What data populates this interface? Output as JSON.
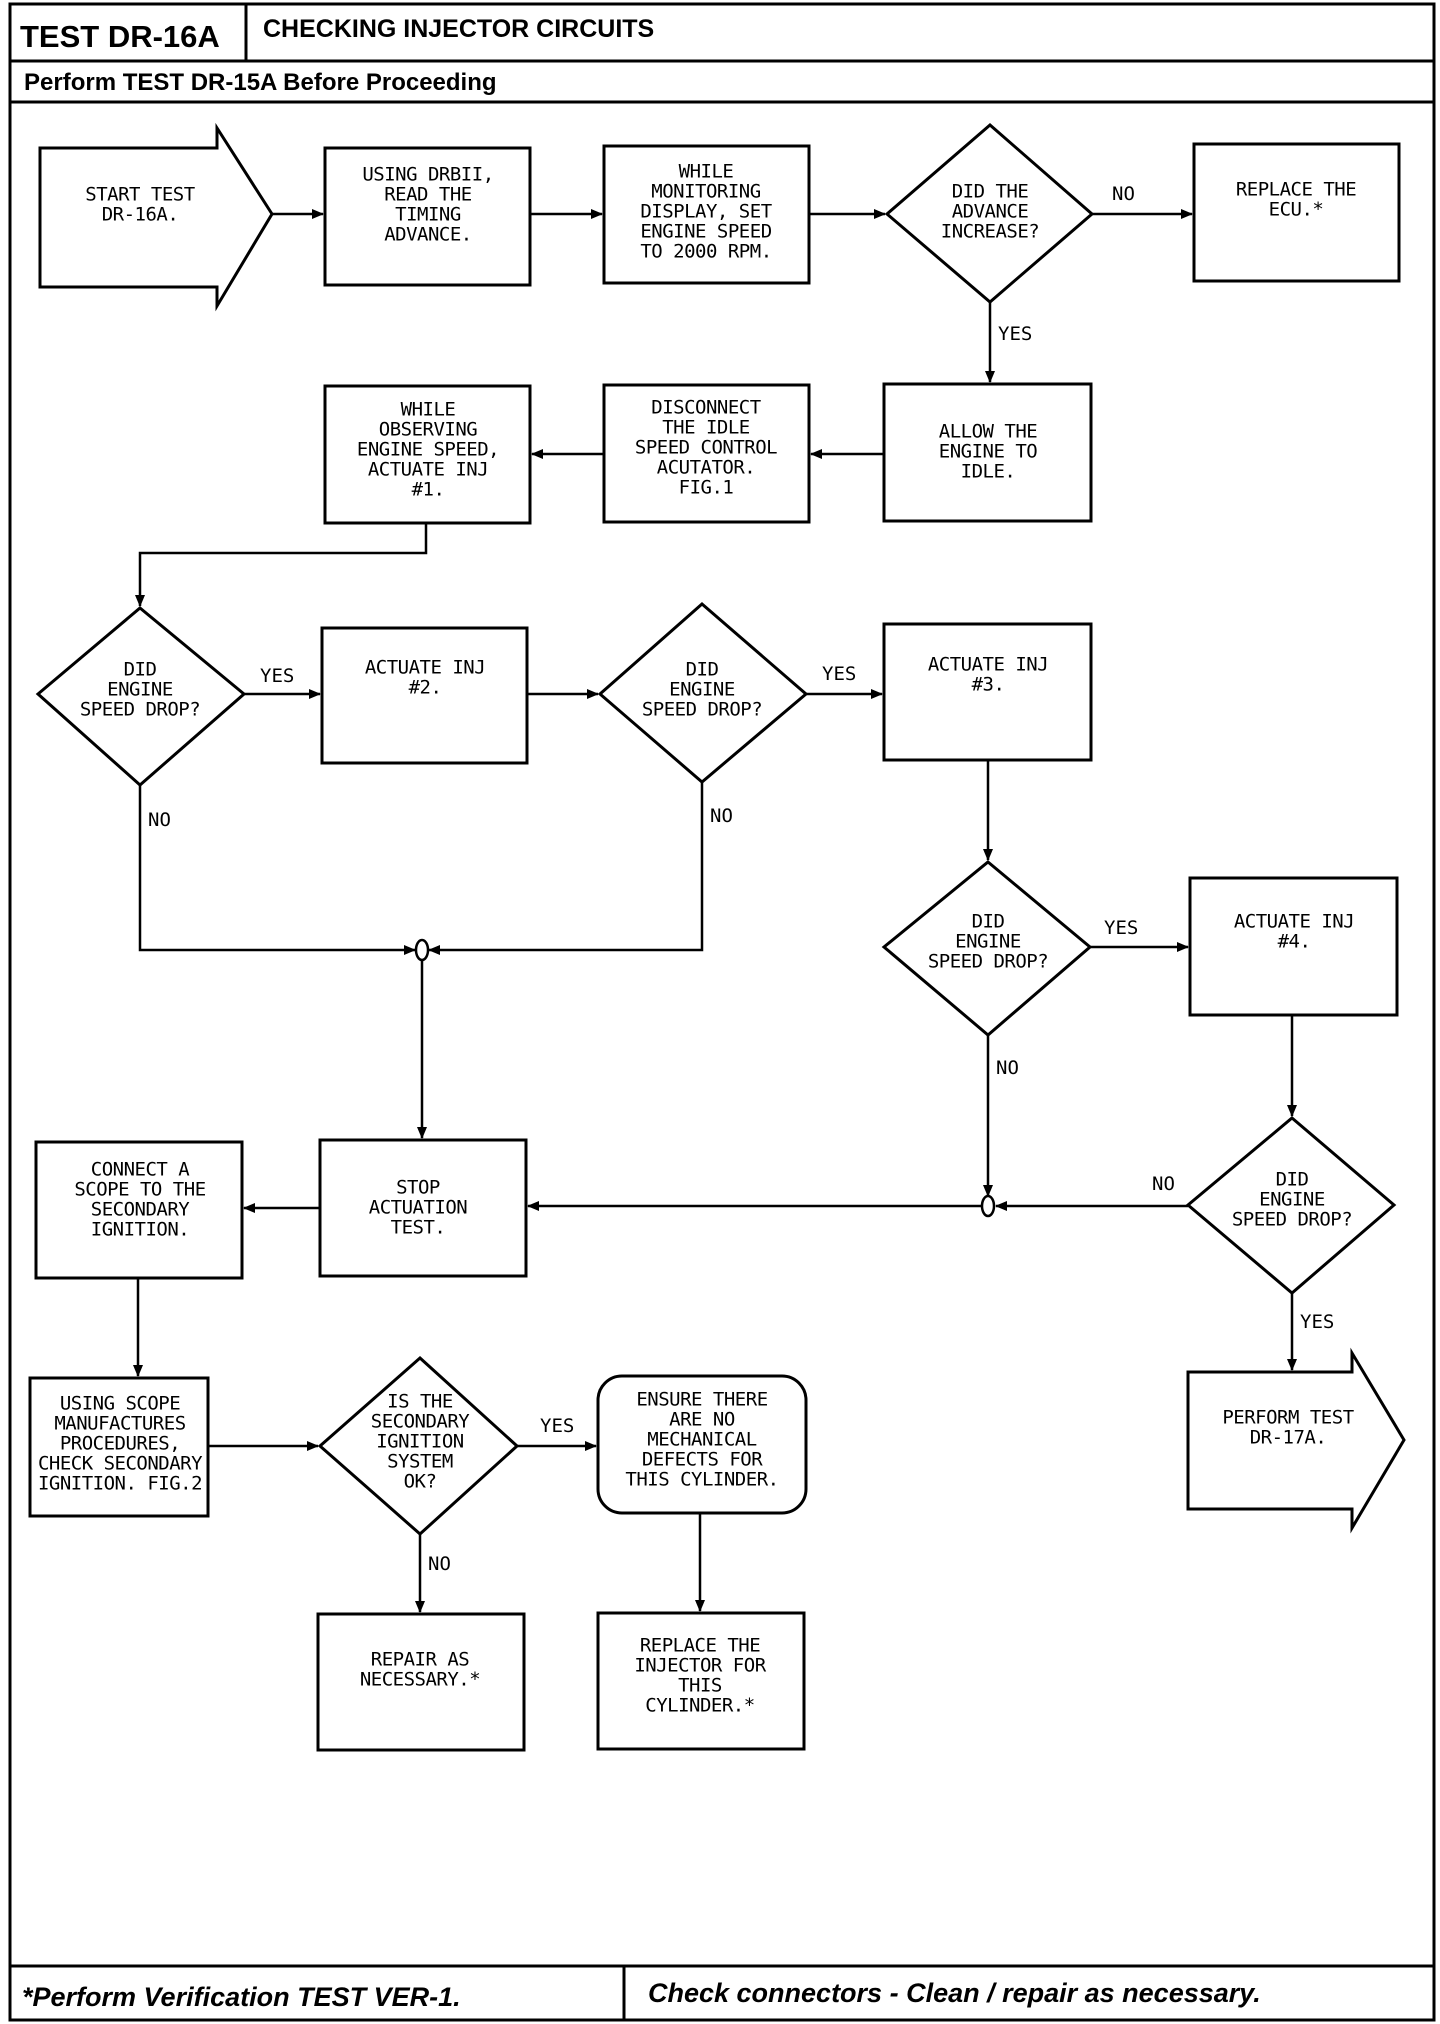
{
  "header": {
    "test_id": "TEST DR-16A",
    "title": "CHECKING INJECTOR CIRCUITS",
    "prerequisite": "Perform TEST DR-15A Before Proceeding"
  },
  "footer": {
    "left_note": "*Perform Verification TEST VER-1.",
    "right_note": "Check connectors - Clean / repair as necessary."
  },
  "labels": {
    "yes": "YES",
    "no": "NO"
  },
  "nodes": {
    "start": [
      "START TEST",
      "DR-16A."
    ],
    "read_timing": [
      "USING DRBII,",
      "READ THE",
      "TIMING",
      "ADVANCE."
    ],
    "set_speed": [
      "WHILE",
      "MONITORING",
      "DISPLAY, SET",
      "ENGINE SPEED",
      "TO 2000 RPM."
    ],
    "advance_q": [
      "DID THE",
      "ADVANCE",
      "INCREASE?"
    ],
    "replace_ecu": [
      "REPLACE THE",
      "ECU.*"
    ],
    "allow_idle": [
      "ALLOW THE",
      "ENGINE TO",
      "IDLE."
    ],
    "disconnect_isc": [
      "DISCONNECT",
      "THE IDLE",
      "SPEED CONTROL",
      "ACUTATOR.",
      "FIG.1"
    ],
    "actuate_1": [
      "WHILE",
      "OBSERVING",
      "ENGINE SPEED,",
      "ACTUATE INJ",
      "#1."
    ],
    "drop_q1": [
      "DID",
      "ENGINE",
      "SPEED DROP?"
    ],
    "actuate_2": [
      "ACTUATE INJ",
      "#2."
    ],
    "drop_q2": [
      "DID",
      "ENGINE",
      "SPEED DROP?"
    ],
    "actuate_3": [
      "ACTUATE INJ",
      "#3."
    ],
    "drop_q3": [
      "DID",
      "ENGINE",
      "SPEED DROP?"
    ],
    "actuate_4": [
      "ACTUATE INJ",
      "#4."
    ],
    "drop_q4": [
      "DID",
      "ENGINE",
      "SPEED DROP?"
    ],
    "stop_test": [
      "STOP",
      "ACTUATION",
      "TEST."
    ],
    "connect_scope": [
      "CONNECT A",
      "SCOPE TO THE",
      "SECONDARY",
      "IGNITION."
    ],
    "perform_dr17a": [
      "PERFORM TEST",
      "DR-17A."
    ],
    "check_secondary": [
      "USING SCOPE",
      "MANUFACTURES",
      "PROCEDURES,",
      "CHECK SECONDARY",
      "IGNITION. FIG.2"
    ],
    "secondary_ok_q": [
      "IS THE",
      "SECONDARY",
      "IGNITION",
      "SYSTEM",
      "OK?"
    ],
    "ensure_mech": [
      "ENSURE THERE",
      "ARE NO",
      "MECHANICAL",
      "DEFECTS FOR",
      "THIS CYLINDER."
    ],
    "repair": [
      "REPAIR AS",
      "NECESSARY.*"
    ],
    "replace_injector": [
      "REPLACE THE",
      "INJECTOR FOR",
      "THIS",
      "CYLINDER.*"
    ]
  }
}
